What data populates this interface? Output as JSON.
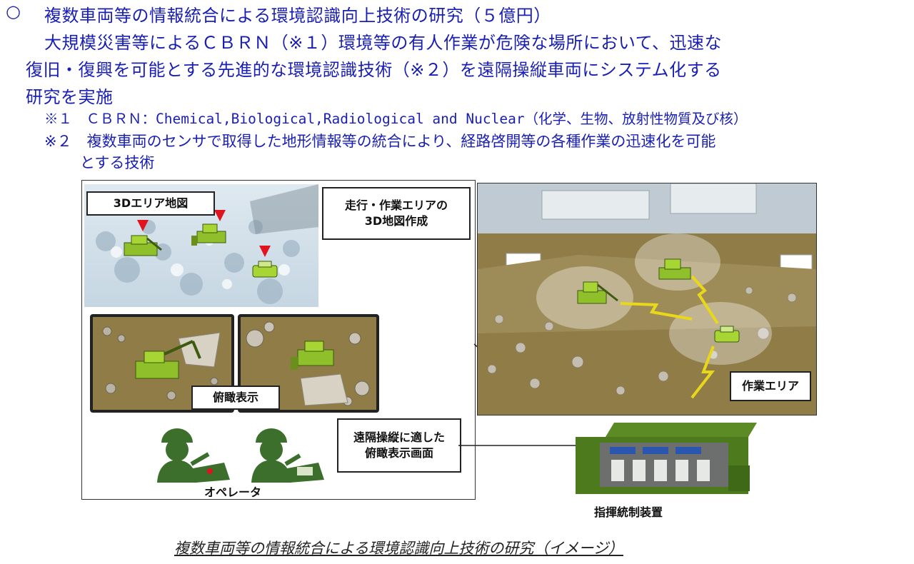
{
  "header": {
    "bullet": "○",
    "title": "複数車両等の情報統合による環境認識向上技術の研究（５億円）",
    "body_line1": "大規模災害等によるＣＢＲＮ（※１）環境等の有人作業が危険な場所において、迅速な",
    "body_line2": "復旧・復興を可能とする先進的な環境認識技術（※２）を遠隔操縦車両にシステム化する",
    "body_line3": "研究を実施",
    "note1": "※１　ＣＢＲＮ：Chemical,Biological,Radiological and Nuclear（化学、生物、放射性物質及び核）",
    "note2_line1": "※２　複数車両のセンサで取得した地形情報等の統合により、経路啓開等の各種作業の迅速化を可能",
    "note2_line2": "とする技術"
  },
  "figure": {
    "map_label": "3Dエリア地図",
    "map_callout": "走行・作業エリアの\n3D地図作成",
    "overhead_label": "俯瞰表示",
    "screen_callout": "遠隔操縦に適した\n俯瞰表示画面",
    "operator_label": "オペレータ",
    "work_area_label": "作業エリア",
    "command_label": "指揮統制装置"
  },
  "caption": "複数車両等の情報統合による環境認識向上技術の研究（イメージ）",
  "colors": {
    "text_blue": "#1a1fb3",
    "vehicle_green": "#9ccc2e",
    "marker_red": "#e0141e",
    "soil": "#8f7c47"
  }
}
